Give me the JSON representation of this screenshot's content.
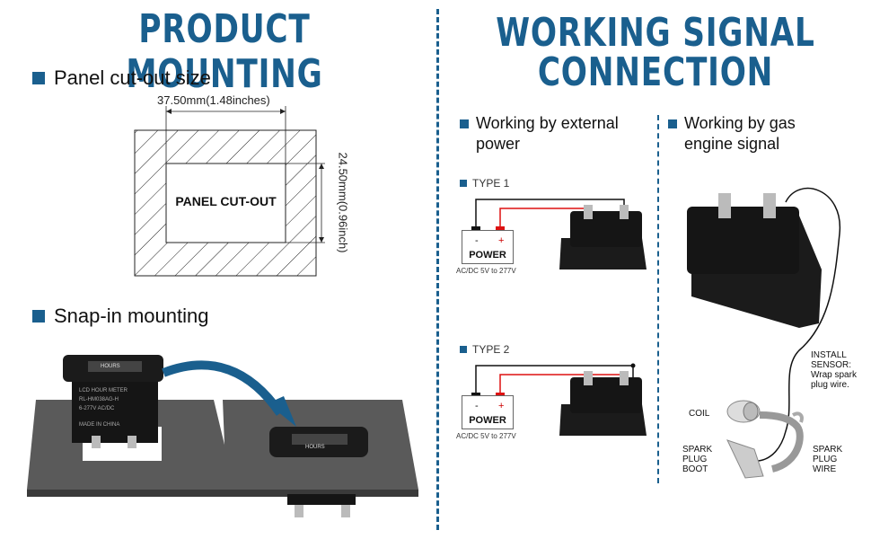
{
  "left_title": "PRODUCT MOUNTING",
  "right_title_line1": "WORKING SIGNAL",
  "right_title_line2": "CONNECTION",
  "panel_heading": "Panel cut-out size",
  "width_dim": "37.50mm(1.48inches)",
  "height_dim": "24.50mm(0.96inch)",
  "cutout_label": "PANEL CUT-OUT",
  "snap_heading": "Snap-in mounting",
  "meter_text": {
    "hours": "HOURS",
    "line1": "LCD HOUR METER",
    "line2": "RL-HM038AG-H",
    "line3": "6-277V AC/DC",
    "line4": "MADE IN CHINA"
  },
  "external_heading": "Working by external power",
  "gas_heading": "Working by gas engine signal",
  "type1": "TYPE 1",
  "type2": "TYPE 2",
  "power_label": "POWER",
  "minus": "-",
  "plus": "+",
  "power_spec": "AC/DC 5V to 277V",
  "install_sensor": "INSTALL SENSOR: Wrap spark plug wire.",
  "coil": "COIL",
  "spark_plug_boot": "SPARK PLUG BOOT",
  "spark_plug_wire": "SPARK PLUG WIRE",
  "colors": {
    "accent": "#1a5f8e",
    "red_wire": "#d11",
    "black_wire": "#111",
    "plate": "#5a5a5a"
  }
}
